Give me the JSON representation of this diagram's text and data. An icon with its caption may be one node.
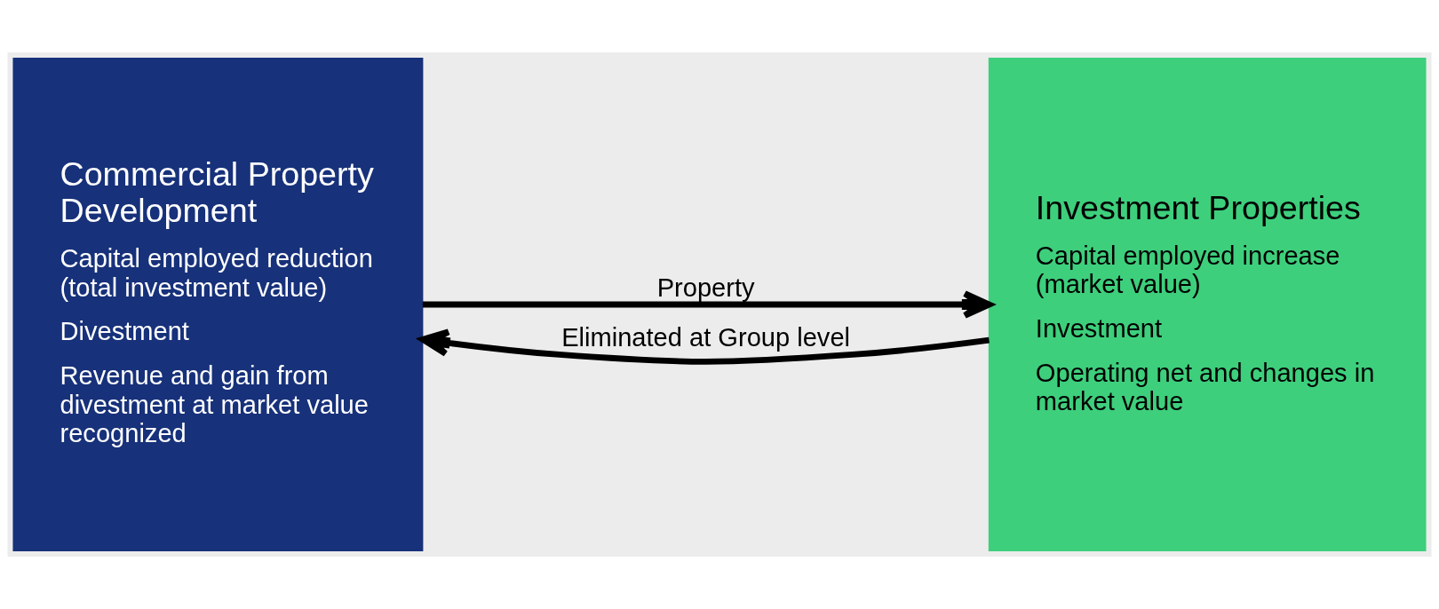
{
  "diagram": {
    "nodes": [
      {
        "text": [
          "Commercial Property Development",
          "Capital employed reduction (total investment value)",
          "Divestment",
          "Revenue and gain from divestment at market value recognized"
        ]
      },
      {
        "text": [
          "Investment Properties",
          "Capital employed increase (market value)",
          "Investment",
          "Operating net and changes in market value"
        ]
      }
    ],
    "edges": [
      {
        "from": 0,
        "to": 1,
        "arrow": "to",
        "label": "Property"
      },
      {
        "from": 1,
        "to": 0,
        "arrow": "to",
        "label": "Eliminated at Group level"
      }
    ]
  }
}
